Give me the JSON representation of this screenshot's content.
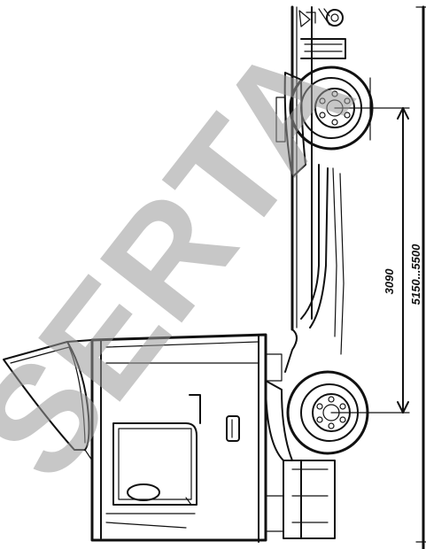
{
  "drawing": {
    "dimensions": {
      "wheelbase": "3090",
      "overall_length": "5150...5500"
    }
  },
  "watermark": {
    "text": "SERTA",
    "color": "#9a9a9a"
  }
}
